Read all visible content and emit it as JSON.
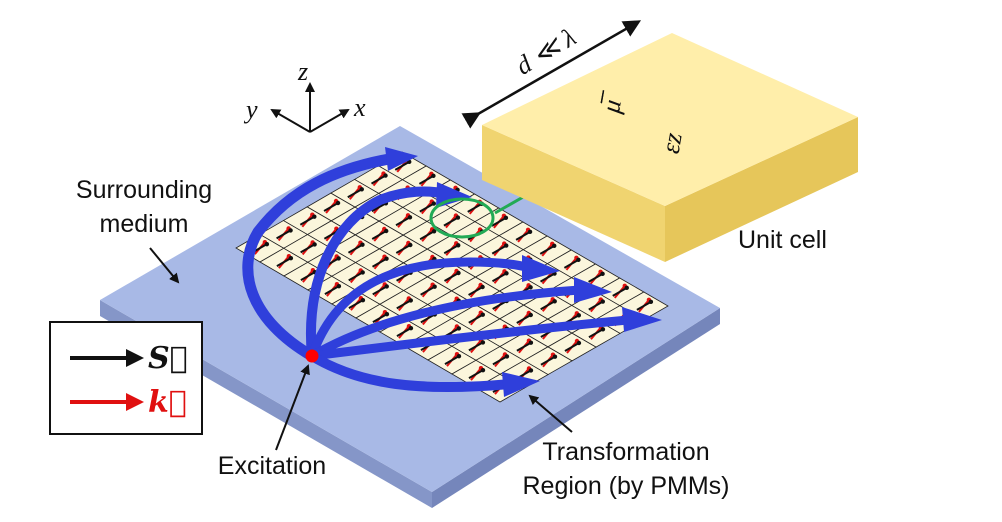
{
  "labels": {
    "surrounding": [
      "Surrounding",
      "medium"
    ],
    "unit_cell": "Unit cell",
    "excitation": "Excitation",
    "transformation": [
      "Transformation",
      "Region (by PMMs)"
    ],
    "size_relation": "d ≪ λ",
    "mu_tensor": "μ̅̅",
    "epsilon_z": "εz"
  },
  "axes": {
    "x": "x",
    "y": "y",
    "z": "z"
  },
  "legend": {
    "poynting": "S⃗",
    "wavevector": "k⃗"
  },
  "colors": {
    "slab_top": "#a8b9e6",
    "slab_side": "#8596c8",
    "grid_cell": "#fbf6dc",
    "beam": "#2f3fdb",
    "arrow_s": "#111111",
    "arrow_k": "#e01010",
    "unit_cell_top": "#ffeeaa",
    "unit_cell_side": "#f0d470",
    "highlight": "#22aa55",
    "excitation": "#ff0000"
  },
  "grid": {
    "rows": 7,
    "cols": 11
  }
}
